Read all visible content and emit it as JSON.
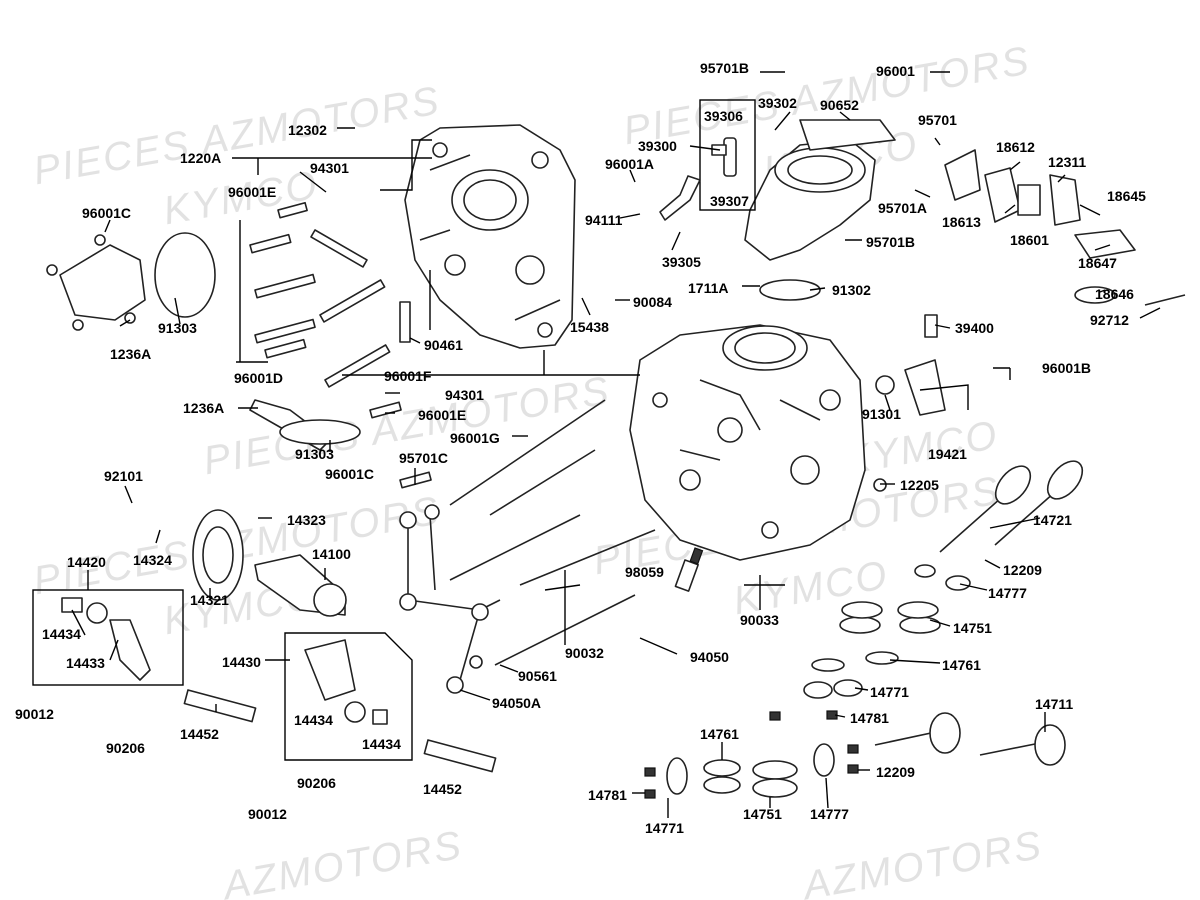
{
  "watermark": {
    "lines": [
      "PIECES AZMOTORS",
      "KYMCO",
      "PIECES AZMOTORS",
      "KYMCO",
      "PIECES AZMOTORS",
      "KYMCO",
      "PIECES AZMOTORS",
      "KYMCO",
      "AZMOTORS",
      "AZMOTORS",
      "PIECES AZMOTORS",
      "KYMCO"
    ]
  },
  "labels": [
    "95701B",
    "96001",
    "39302",
    "90652",
    "39306",
    "39300",
    "39307",
    "12302",
    "1220A",
    "94301",
    "96001A",
    "95701",
    "18612",
    "12311",
    "96001E",
    "94111",
    "95701A",
    "18613",
    "18645",
    "18601",
    "96001C",
    "91303",
    "1236A",
    "95701B",
    "39305",
    "18647",
    "1711A",
    "91302",
    "18646",
    "92712",
    "90084",
    "15438",
    "39400",
    "90461",
    "96001D",
    "96001F",
    "94301",
    "96001B",
    "1236A",
    "96001E",
    "91301",
    "91303",
    "96001G",
    "19421",
    "96001C",
    "95701C",
    "12205",
    "92101",
    "14323",
    "14721",
    "14324",
    "14100",
    "14420",
    "98059",
    "12209",
    "14321",
    "90033",
    "14777",
    "14751",
    "14434",
    "14433",
    "90032",
    "94050",
    "14761",
    "14430",
    "90561",
    "14771",
    "90012",
    "94050A",
    "14781",
    "90206",
    "14452",
    "14434",
    "14434",
    "14711",
    "14761",
    "90206",
    "14452",
    "12209",
    "14781",
    "90012",
    "14751",
    "14777",
    "14771"
  ]
}
